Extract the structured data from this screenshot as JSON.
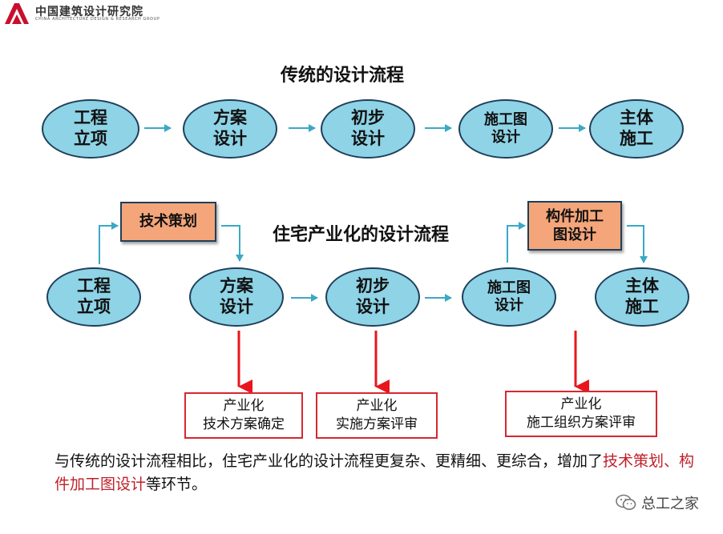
{
  "header": {
    "org_name_cn": "中国建筑设计研究院",
    "org_name_en": "CHINA ARCHITECTURE DESIGN & RESEARCH GROUP"
  },
  "traditional": {
    "title": "传统的设计流程",
    "steps": [
      "工程\n立项",
      "方案\n设计",
      "初步\n设计",
      "施工图\n设计",
      "主体\n施工"
    ]
  },
  "residential": {
    "title": "住宅产业化的设计流程",
    "steps": [
      "工程\n立项",
      "方案\n设计",
      "初步\n设计",
      "施工图\n设计",
      "主体\n施工"
    ],
    "extra_steps": [
      "技术策划",
      "构件加工\n图设计"
    ],
    "reviews": [
      "产业化\n技术方案确定",
      "产业化\n实施方案评审",
      "产业化\n施工组织方案评审"
    ]
  },
  "conclusion": {
    "text_before": "与传统的设计流程相比，住宅产业化的设计流程更复杂、更精细、更综合，增加了",
    "highlight": "技术策划、构件加工图设计",
    "text_after": "等环节。"
  },
  "watermark": {
    "icon": "wechat-icon",
    "text": "总工之家"
  },
  "colors": {
    "oval_fill": "#8ED3E6",
    "orange_box_fill": "#F4A57A",
    "arrow_teal": "#3BA8C6",
    "red_arrow": "#E8161C",
    "highlight_red": "#C0202A"
  }
}
